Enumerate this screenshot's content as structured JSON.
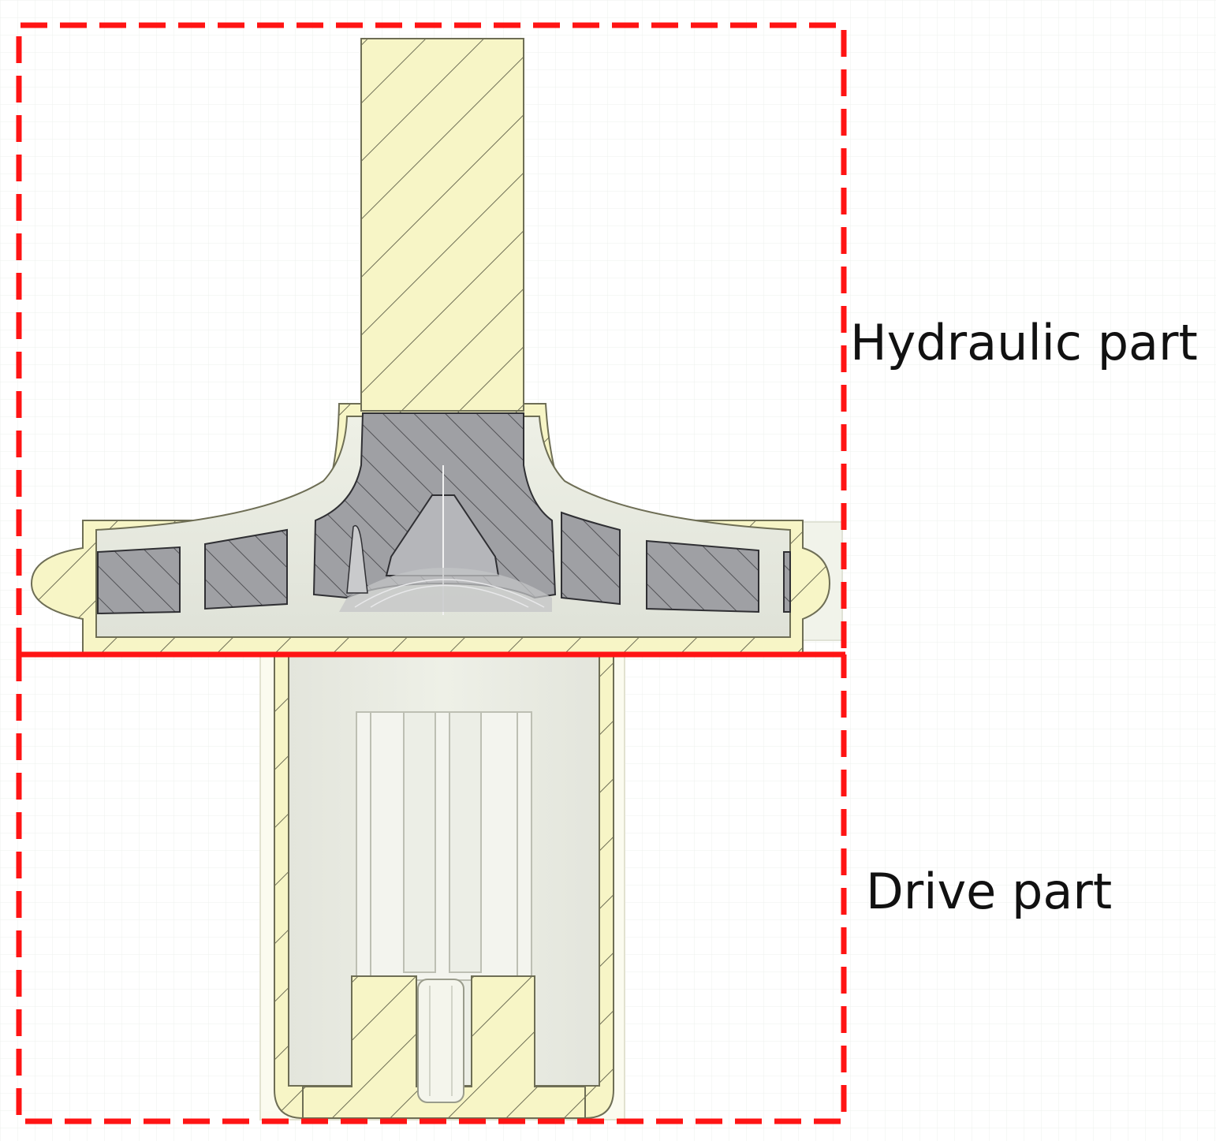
{
  "labels": {
    "hydraulic": "Hydraulic part",
    "drive": "Drive part"
  },
  "colors": {
    "background": "#ffffff",
    "grid": "#eef0ee",
    "housing_fill": "#f7f5c6",
    "housing_stroke": "#7a7a5a",
    "impeller_fill": "#9e9fa3",
    "cavity_fill": "#e7e9e0",
    "boundary": "#ff1414"
  },
  "icons": {
    "hydraulic_part": "dashed-boundary-box",
    "drive_part": "dashed-boundary-box",
    "divider": "solid-divider-line"
  }
}
